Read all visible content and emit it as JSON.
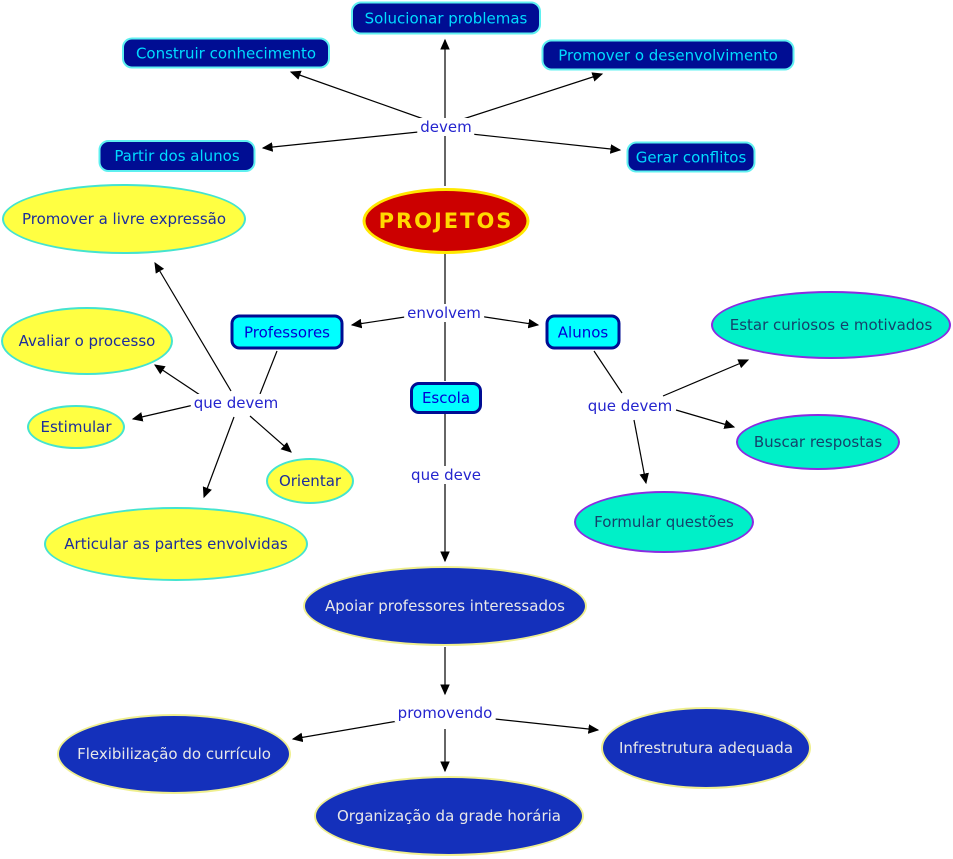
{
  "map": {
    "root_label": "PROJETOS",
    "linking": {
      "devem": "devem",
      "envolvem": "envolvem",
      "que_devem_left": "que devem",
      "que_devem_right": "que devem",
      "que_deve": "que deve",
      "promovendo": "promovendo"
    },
    "devem_targets": {
      "solucionar_problemas": "Solucionar problemas",
      "construir_conhecimento": "Construir conhecimento",
      "promover_desenvolvimento": "Promover o desenvolvimento",
      "partir_dos_alunos": "Partir dos alunos",
      "gerar_conflitos": "Gerar conflitos"
    },
    "envolvem_targets": {
      "professores": "Professores",
      "alunos": "Alunos",
      "escola": "Escola"
    },
    "professores_devem": {
      "promover_livre_expressao": "Promover a livre expressão",
      "avaliar_processo": "Avaliar o processo",
      "estimular": "Estimular",
      "orientar": "Orientar",
      "articular_partes": "Articular as partes envolvidas"
    },
    "alunos_devem": {
      "estar_curiosos": "Estar curiosos e motivados",
      "buscar_respostas": "Buscar respostas",
      "formular_questoes": "Formular questões"
    },
    "escola_deve": {
      "apoiar_professores": "Apoiar professores interessados"
    },
    "promovendo_targets": {
      "flexibilizacao_curriculo": "Flexibilização do currículo",
      "organizacao_grade": "Organização da grade horária",
      "infrestrutura_adequada": "Infrestrutura adequada"
    },
    "colors": {
      "concept_rect_fill": "#000D93",
      "concept_rect_border": "#5FF0F0",
      "concept_rect_text": "#00DCFF",
      "actor_box_fill": "#00FFFF",
      "actor_box_border": "#000D93",
      "root_fill": "#CC0000",
      "root_border": "#FFE800",
      "root_text": "#FFD900",
      "teacher_ellipse_fill": "#FFFF42",
      "teacher_ellipse_border": "#44E4CF",
      "student_ellipse_fill": "#00F0C8",
      "student_ellipse_border": "#8A2BE2",
      "school_ellipse_fill": "#1430BB",
      "school_ellipse_border": "#EFEF8F",
      "linking_text": "#2424CE",
      "line_color": "#000000"
    }
  }
}
